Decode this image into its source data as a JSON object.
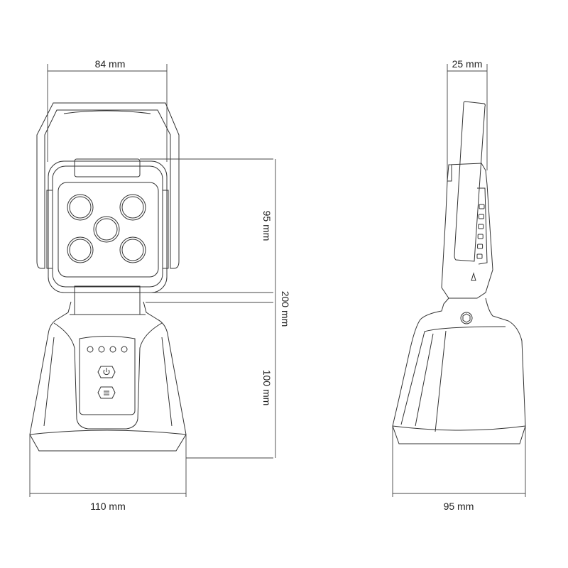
{
  "front_view": {
    "dimensions": {
      "head_width": "84 mm",
      "head_height": "95 mm",
      "total_height": "200 mm",
      "base_height": "100 mm",
      "base_width": "110 mm"
    },
    "led_count": 5,
    "indicator_count": 4
  },
  "side_view": {
    "dimensions": {
      "head_depth": "25 mm",
      "base_depth": "95 mm"
    }
  }
}
